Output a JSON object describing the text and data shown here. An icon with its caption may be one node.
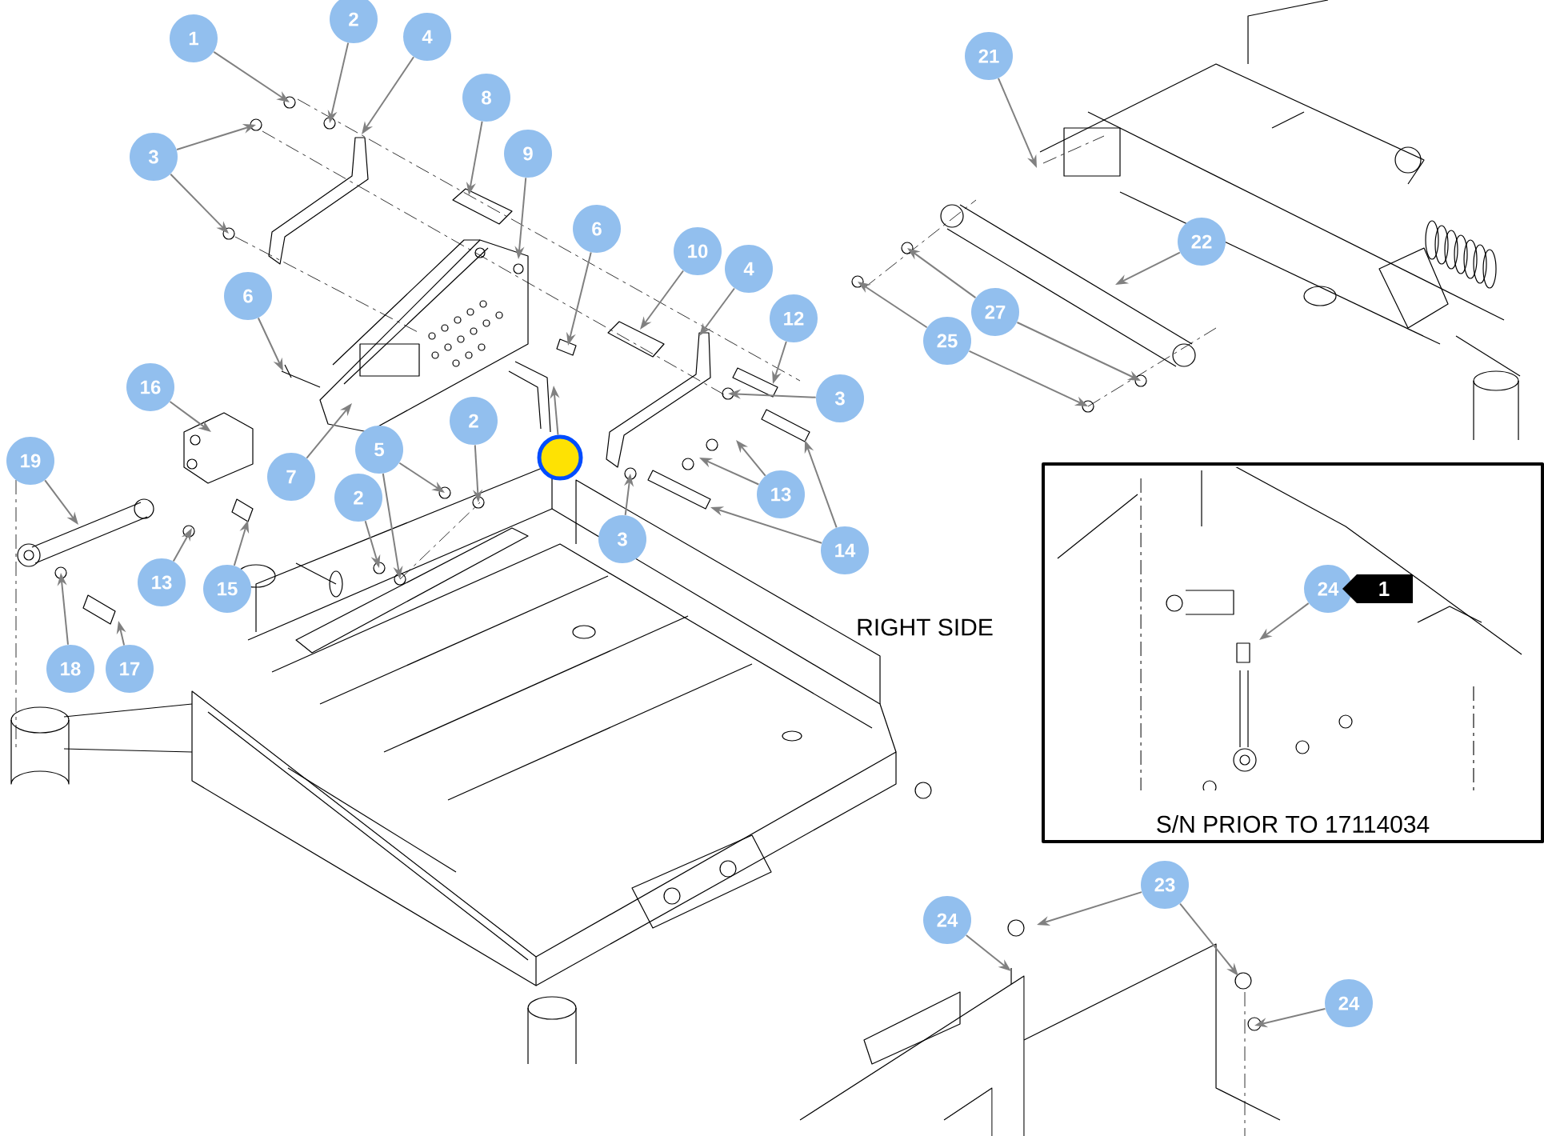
{
  "diagram": {
    "nodes": [
      {
        "text": [
          "1"
        ]
      },
      {
        "text": [
          "2"
        ]
      },
      {
        "text": [
          "4"
        ]
      },
      {
        "text": [
          "3"
        ]
      },
      {
        "text": [
          "8"
        ]
      },
      {
        "text": [
          "9"
        ]
      },
      {
        "text": [
          "6"
        ]
      },
      {
        "text": [
          "6"
        ]
      },
      {
        "text": [
          "10"
        ]
      },
      {
        "text": [
          "4"
        ]
      },
      {
        "text": [
          "12"
        ]
      },
      {
        "text": [
          "16"
        ]
      },
      {
        "text": [
          "3"
        ]
      },
      {
        "text": [
          "19"
        ]
      },
      {
        "text": [
          "7"
        ]
      },
      {
        "text": [
          "5"
        ]
      },
      {
        "text": [
          "2"
        ]
      },
      {
        "text": [
          "2"
        ]
      },
      {
        "text": [
          "13"
        ]
      },
      {
        "text": [
          "14"
        ]
      },
      {
        "text": [
          "3"
        ]
      },
      {
        "text": [
          "13"
        ]
      },
      {
        "text": [
          "15"
        ]
      },
      {
        "text": [
          "18"
        ]
      },
      {
        "text": [
          "17"
        ]
      },
      {
        "text": [
          "21"
        ]
      },
      {
        "text": [
          "22"
        ]
      },
      {
        "text": [
          "27"
        ]
      },
      {
        "text": [
          "25"
        ]
      },
      {
        "text": [
          "S/N PRIOR TO 17114034"
        ]
      },
      {
        "text": [
          "24"
        ],
        "in": 29
      },
      {
        "text": [
          "1"
        ],
        "in": 29
      },
      {
        "text": [
          "24"
        ]
      },
      {
        "text": [
          "23"
        ]
      },
      {
        "text": [
          "24"
        ]
      },
      {
        "text": [],
        "shape": "circle"
      }
    ],
    "edges": [
      {
        "from": 0,
        "to": null,
        "arrow": "to"
      },
      {
        "from": 1,
        "to": null,
        "arrow": "to"
      },
      {
        "from": 2,
        "to": null,
        "arrow": "to"
      },
      {
        "from": 3,
        "to": null,
        "arrow": "to"
      },
      {
        "from": 3,
        "to": null,
        "arrow": "to"
      },
      {
        "from": 4,
        "to": null,
        "arrow": "to"
      },
      {
        "from": 5,
        "to": null,
        "arrow": "to"
      },
      {
        "from": 6,
        "to": null,
        "arrow": "to"
      },
      {
        "from": 7,
        "to": null,
        "arrow": "to"
      },
      {
        "from": 8,
        "to": null,
        "arrow": "to"
      },
      {
        "from": 9,
        "to": null,
        "arrow": "to"
      },
      {
        "from": 10,
        "to": null,
        "arrow": "to"
      },
      {
        "from": 11,
        "to": null,
        "arrow": "to"
      },
      {
        "from": 12,
        "to": null,
        "arrow": "to"
      },
      {
        "from": 13,
        "to": null,
        "arrow": "to"
      },
      {
        "from": 14,
        "to": null,
        "arrow": "to"
      },
      {
        "from": 15,
        "to": null,
        "arrow": "to"
      },
      {
        "from": 15,
        "to": null,
        "arrow": "to"
      },
      {
        "from": 16,
        "to": null,
        "arrow": "to"
      },
      {
        "from": 17,
        "to": null,
        "arrow": "to"
      },
      {
        "from": 18,
        "to": null,
        "arrow": "to"
      },
      {
        "from": 18,
        "to": null,
        "arrow": "to"
      },
      {
        "from": 19,
        "to": null,
        "arrow": "to"
      },
      {
        "from": 19,
        "to": null,
        "arrow": "to"
      },
      {
        "from": 20,
        "to": null,
        "arrow": "to"
      },
      {
        "from": 21,
        "to": null,
        "arrow": "to"
      },
      {
        "from": 22,
        "to": null,
        "arrow": "to"
      },
      {
        "from": 23,
        "to": null,
        "arrow": "to"
      },
      {
        "from": 24,
        "to": null,
        "arrow": "to"
      },
      {
        "from": 25,
        "to": null,
        "arrow": "to"
      },
      {
        "from": 26,
        "to": null,
        "arrow": "to"
      },
      {
        "from": 27,
        "to": null,
        "arrow": "to"
      },
      {
        "from": 27,
        "to": null,
        "arrow": "to"
      },
      {
        "from": 28,
        "to": null,
        "arrow": "to"
      },
      {
        "from": 28,
        "to": null,
        "arrow": "to"
      },
      {
        "from": 30,
        "to": null,
        "arrow": "to"
      },
      {
        "from": 32,
        "to": null,
        "arrow": "to"
      },
      {
        "from": 33,
        "to": null,
        "arrow": "to"
      },
      {
        "from": 33,
        "to": null,
        "arrow": "to"
      },
      {
        "from": 34,
        "to": null,
        "arrow": "to"
      },
      {
        "from": 35,
        "to": null,
        "arrow": "to"
      }
    ],
    "labels": [
      "RIGHT SIDE"
    ]
  }
}
